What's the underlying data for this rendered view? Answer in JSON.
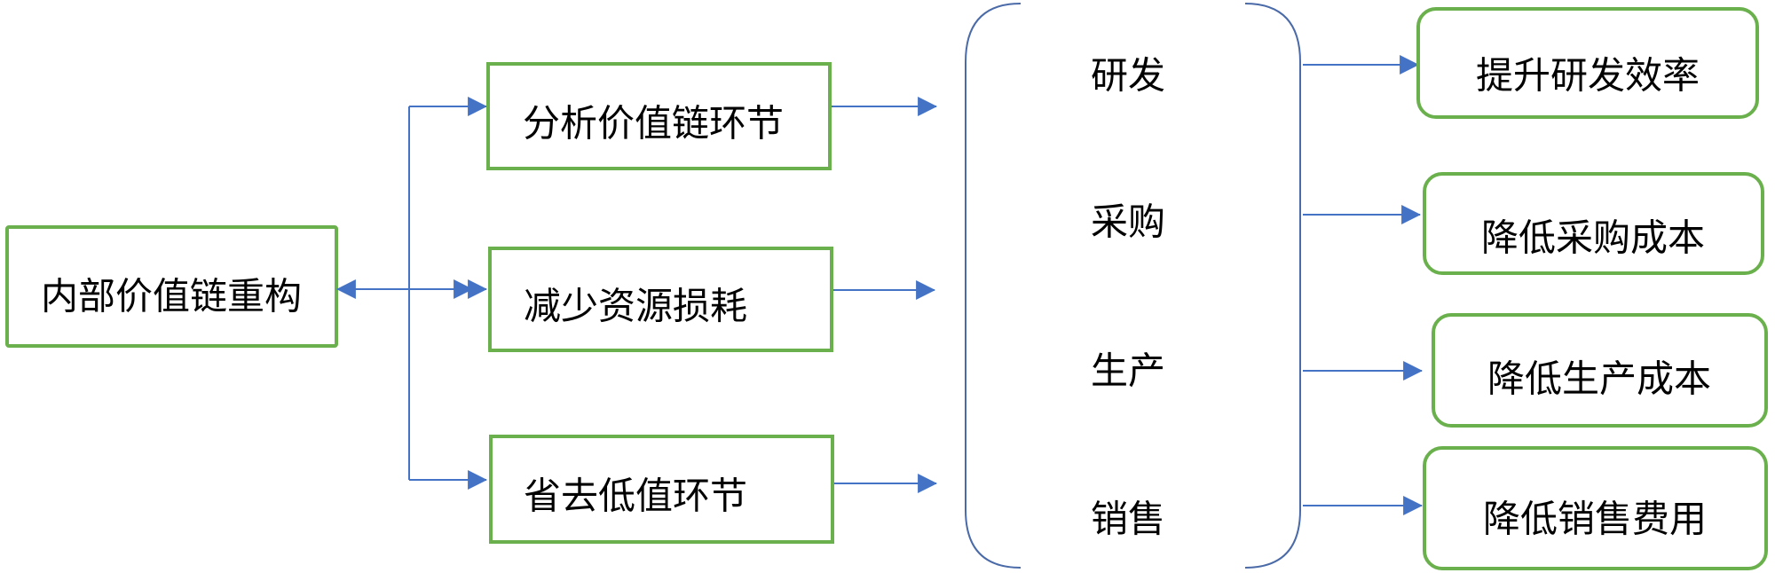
{
  "diagram": {
    "root": {
      "label": "内部价值链重构"
    },
    "strategies": [
      {
        "label": "分析价值链环节"
      },
      {
        "label": "减少资源损耗"
      },
      {
        "label": "省去低值环节"
      }
    ],
    "stages": [
      {
        "label": "研发"
      },
      {
        "label": "采购"
      },
      {
        "label": "生产"
      },
      {
        "label": "销售"
      }
    ],
    "outcomes": [
      {
        "label": "提升研发效率"
      },
      {
        "label": "降低采购成本"
      },
      {
        "label": "降低生产成本"
      },
      {
        "label": "降低销售费用"
      }
    ]
  },
  "colors": {
    "box_border": "#6ab04c",
    "connector": "#4472c4",
    "bracket": "#4a6aa8",
    "text": "#000000"
  }
}
